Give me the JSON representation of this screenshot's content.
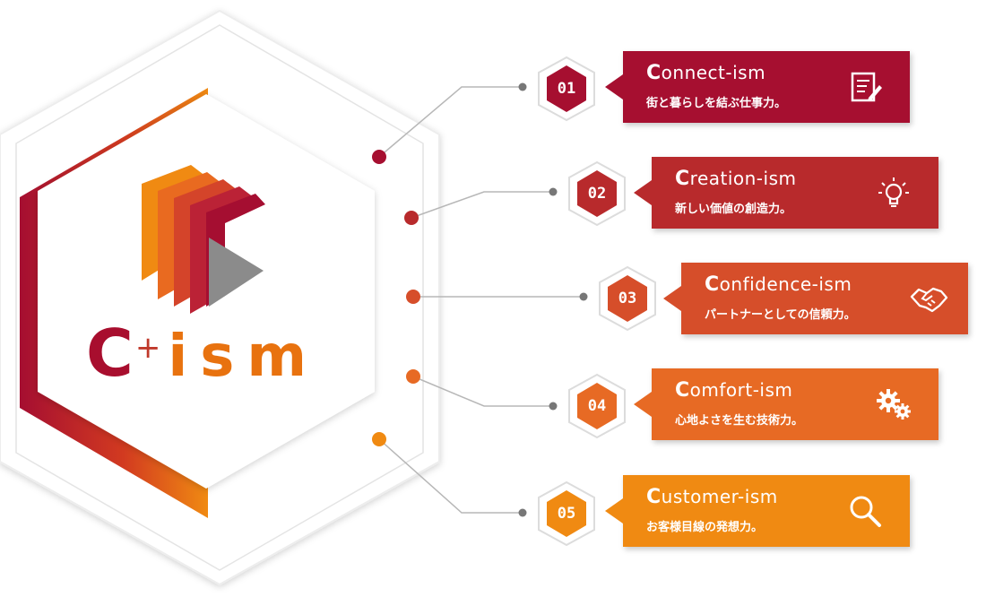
{
  "logo": {
    "letter_c": "C",
    "plus": "+",
    "ism": "ism",
    "colors": {
      "crimson": "#a80e2e",
      "orange": "#e8720f",
      "gray": "#8b8b8b"
    }
  },
  "items": [
    {
      "number": "01",
      "title_cap": "C",
      "title_rest": "onnect-ism",
      "subtitle": "街と暮らしを結ぶ仕事力。",
      "icon": "document-pencil-icon",
      "color": "#a60f30"
    },
    {
      "number": "02",
      "title_cap": "C",
      "title_rest": "reation-ism",
      "subtitle": "新しい価値の創造力。",
      "icon": "lightbulb-icon",
      "color": "#b82a2c"
    },
    {
      "number": "03",
      "title_cap": "C",
      "title_rest": "onfidence-ism",
      "subtitle": "パートナーとしての信頼力。",
      "icon": "handshake-icon",
      "color": "#d64e2a"
    },
    {
      "number": "04",
      "title_cap": "C",
      "title_rest": "omfort-ism",
      "subtitle": "心地よさを生む技術力。",
      "icon": "gears-icon",
      "color": "#e76a24"
    },
    {
      "number": "05",
      "title_cap": "C",
      "title_rest": "ustomer-ism",
      "subtitle": "お客様目線の発想力。",
      "icon": "magnifier-icon",
      "color": "#f08a12"
    }
  ]
}
